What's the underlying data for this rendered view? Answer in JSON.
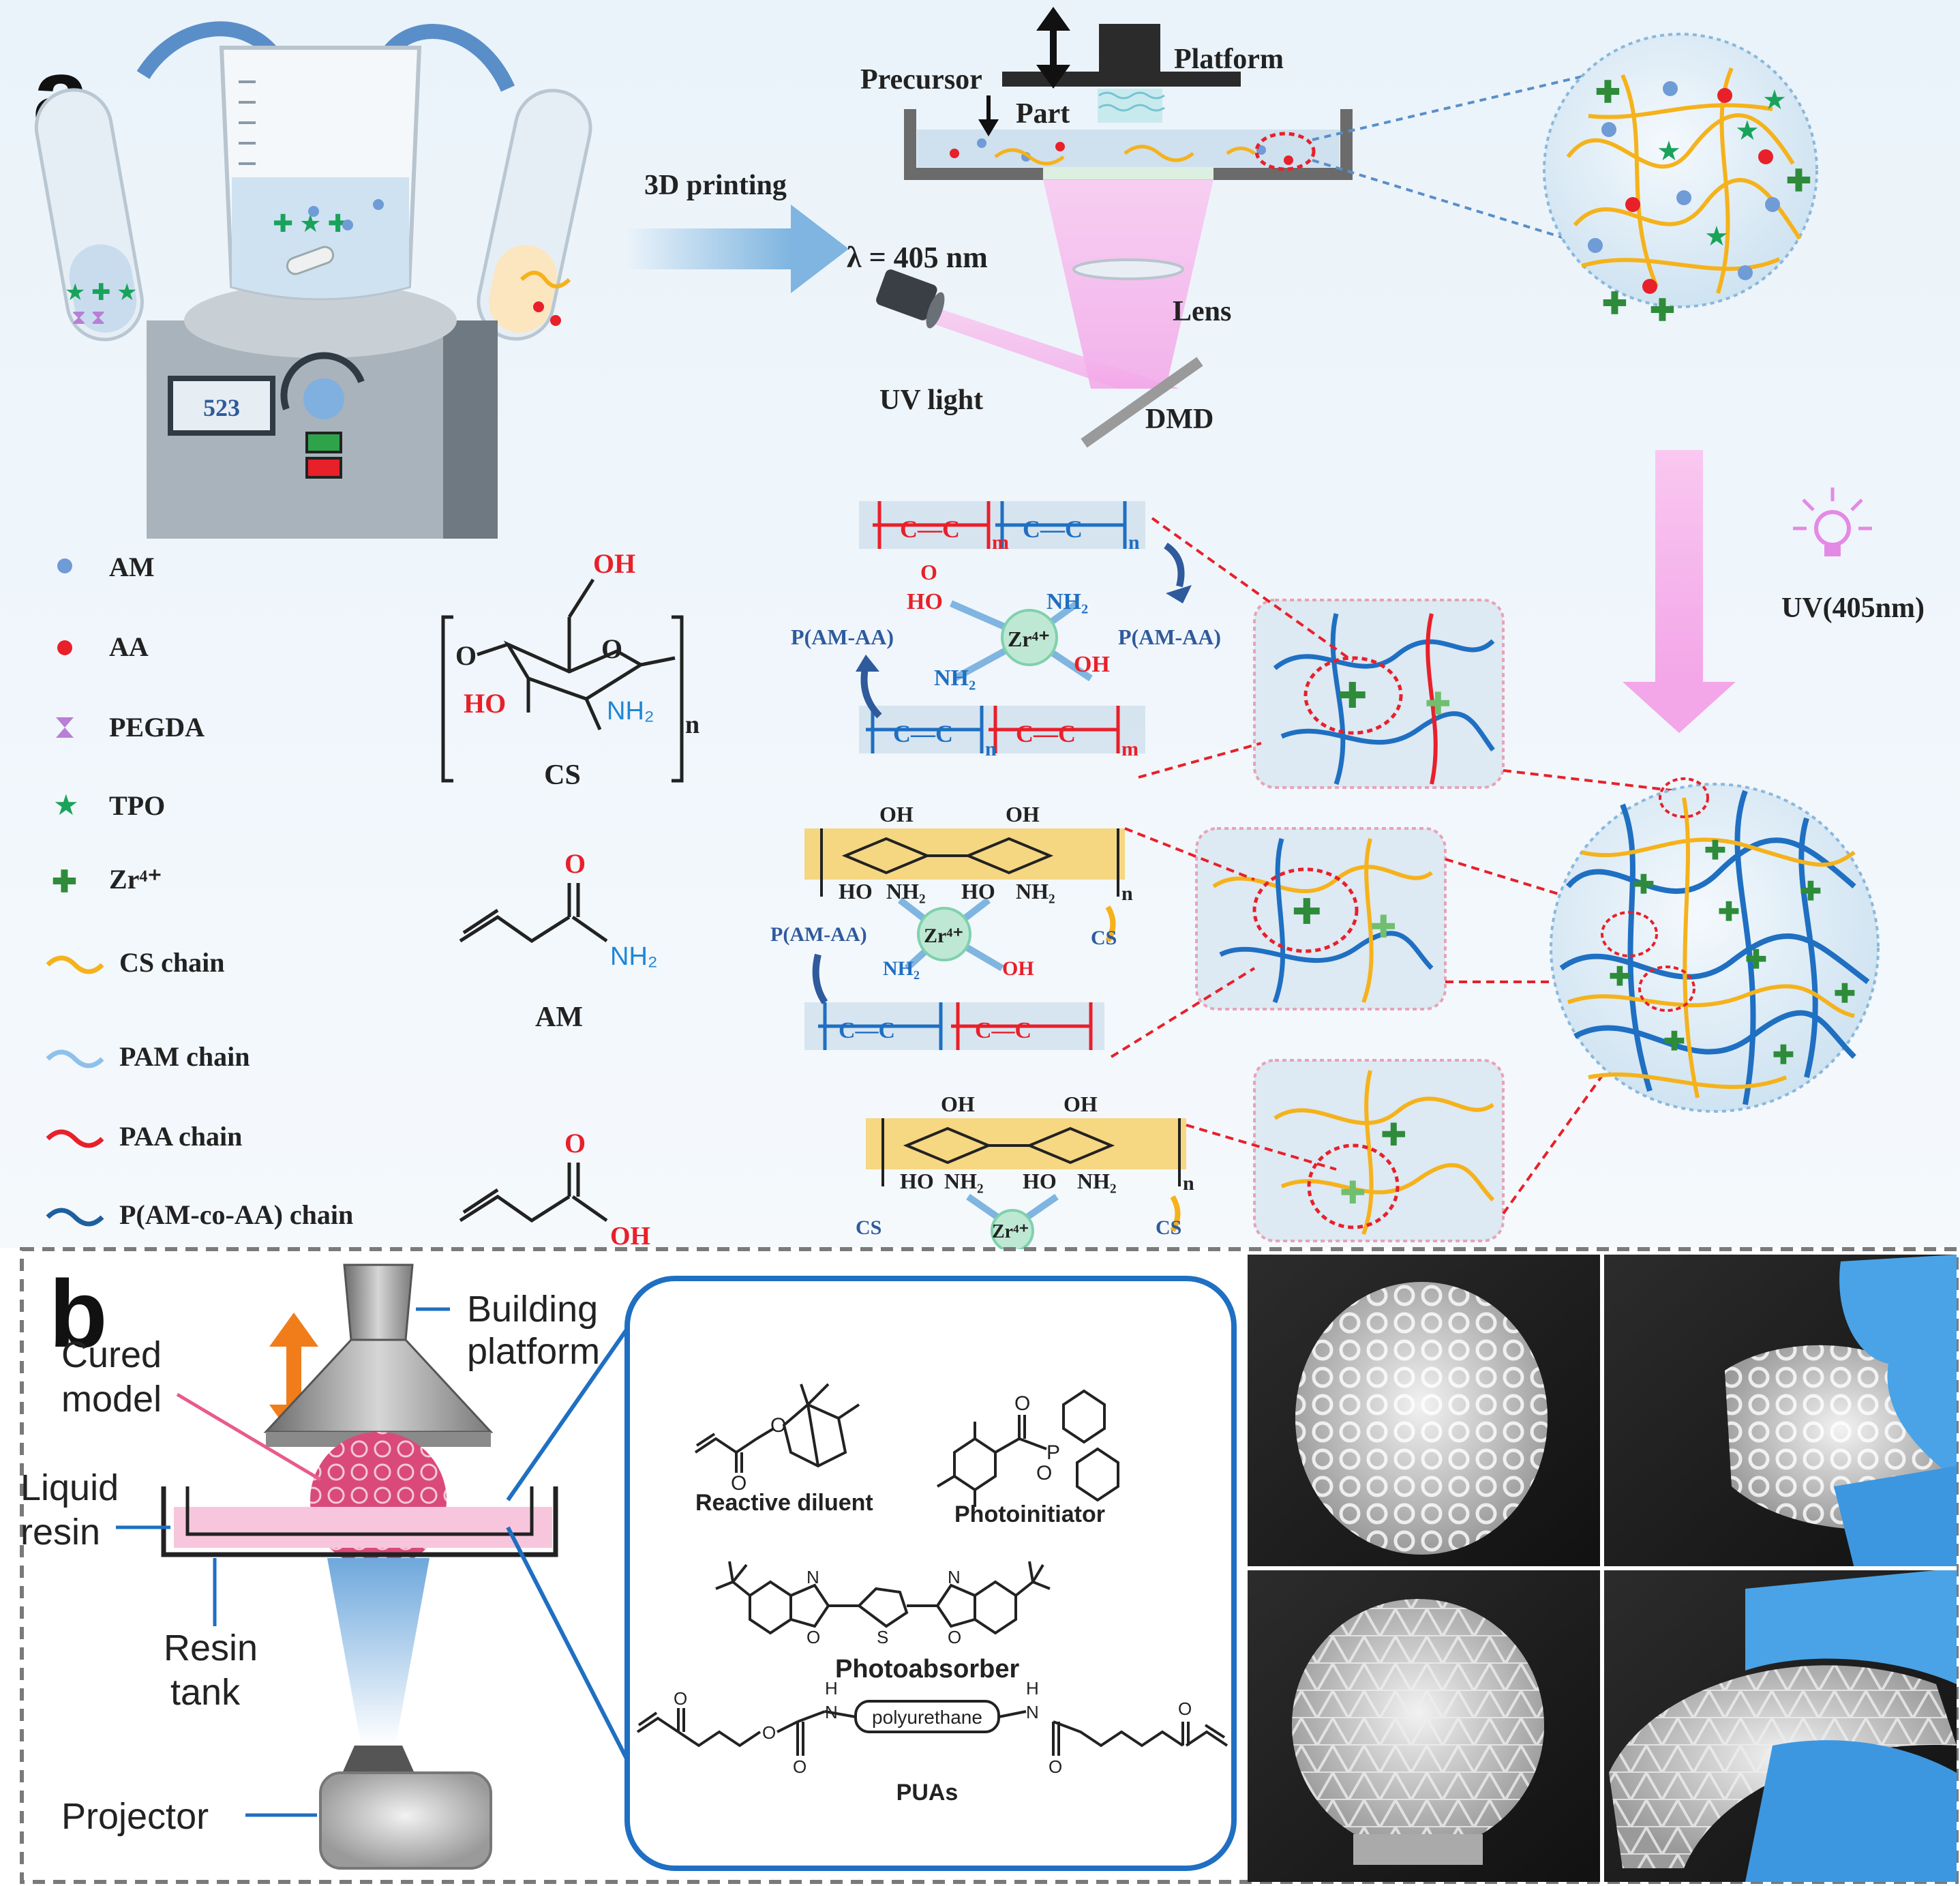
{
  "panel_a": {
    "label": "a",
    "stirrer_display": "523",
    "arrow_3d_printing": "3D printing",
    "printer": {
      "platform": "Platform",
      "precursor": "Precursor",
      "part": "Part",
      "wavelength": "λ = 405 nm",
      "lens": "Lens",
      "uv_light": "UV light",
      "dmd": "DMD"
    },
    "uv_arrow_label": "UV(405nm)",
    "legend": [
      {
        "label": "AM",
        "marker": "circle",
        "color": "#6f9bd6"
      },
      {
        "label": "AA",
        "marker": "circle",
        "color": "#e8202a"
      },
      {
        "label": "PEGDA",
        "marker": "hourglass",
        "color": "#b87fd6"
      },
      {
        "label": "TPO",
        "marker": "star",
        "color": "#19a35a"
      },
      {
        "label": "Zr⁴⁺",
        "marker": "cross",
        "color": "#2e8b3a"
      },
      {
        "label": "CS chain",
        "marker": "line",
        "color": "#f5b21b"
      },
      {
        "label": "PAM chain",
        "marker": "line",
        "color": "#8ec1ea"
      },
      {
        "label": "PAA chain",
        "marker": "line",
        "color": "#e8202a"
      },
      {
        "label": "P(AM-co-AA) chain",
        "marker": "line",
        "color": "#1e5f9e"
      }
    ],
    "molecules": {
      "cs": "CS",
      "cs_oh": "OH",
      "cs_ho": "HO",
      "cs_nh2": "NH₂",
      "cs_o": "O",
      "cs_n": "n",
      "am": "AM",
      "am_o": "O",
      "am_nh2": "NH₂",
      "aa_o": "O",
      "aa_oh": "OH"
    },
    "mechanism": {
      "zr": "Zr⁴⁺",
      "pamaa": "P(AM-AA)",
      "cs": "CS",
      "oh": "OH",
      "ho": "HO",
      "nh2": "NH₂",
      "cc": "C—C",
      "o": "O",
      "m": "m",
      "n": "n"
    }
  },
  "panel_b": {
    "label": "b",
    "building_platform_1": "Building",
    "building_platform_2": "platform",
    "cured_model_1": "Cured",
    "cured_model_2": "model",
    "liquid_resin_1": "Liquid",
    "liquid_resin_2": "resin",
    "resin_tank_1": "Resin",
    "resin_tank_2": "tank",
    "projector": "Projector",
    "chem": {
      "reactive_diluent": "Reactive diluent",
      "photoinitiator": "Photoinitiator",
      "photoabsorber": "Photoabsorber",
      "polyurethane": "polyurethane",
      "puas": "PUAs",
      "o": "O",
      "p": "P",
      "s": "S",
      "n": "N",
      "h": "H"
    }
  },
  "colors": {
    "cs_chain": "#f5b21b",
    "pam_chain": "#8ec1ea",
    "paa_chain": "#e8202a",
    "copolymer_chain": "#1e5f9e",
    "uv_pink": "#f3a6e8",
    "b_frame_blue": "#1f6fc2",
    "resin_pink": "#f7c6dc"
  }
}
